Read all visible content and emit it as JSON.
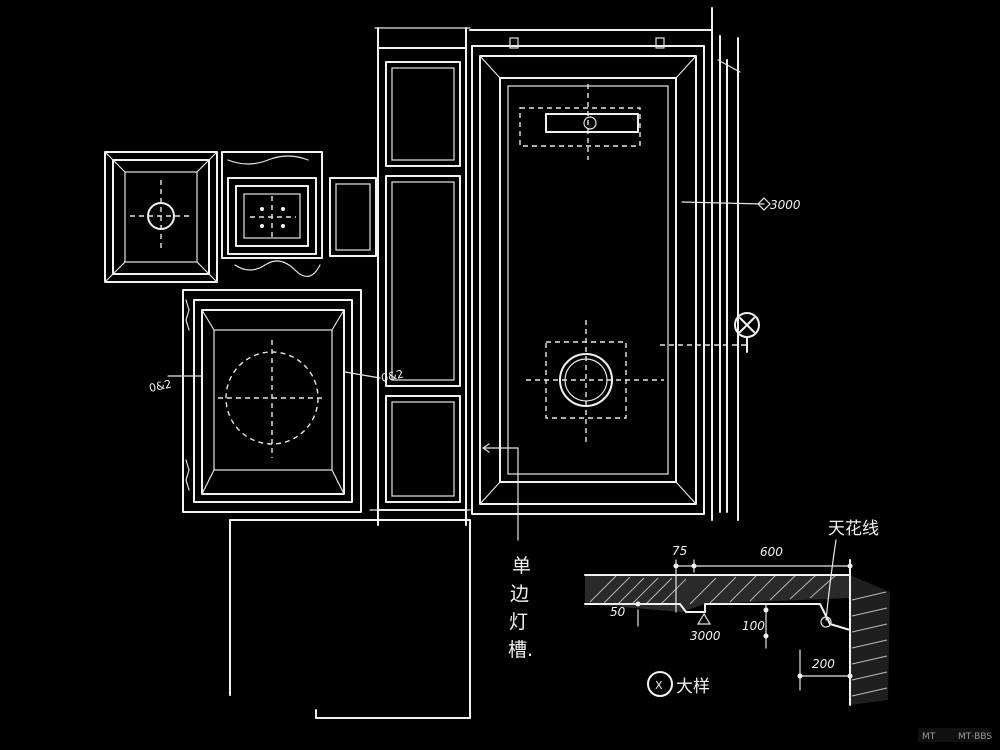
{
  "annotations": {
    "dim_3000_right": "3000",
    "dim_3000_bottom": "3000",
    "dim_75": "75",
    "dim_600": "600",
    "dim_50": "50",
    "dim_100": "100",
    "dim_200": "200",
    "label_left": "0&2",
    "label_mid": "0&2",
    "cornice_label": "天花线",
    "light_trough": [
      "单",
      "边",
      "灯",
      "槽."
    ],
    "section_mark": "X",
    "section_label": "大样",
    "detail_tag": "X"
  },
  "watermark": {
    "text": "MT·BBS"
  },
  "icons": [
    "section-symbol-icon",
    "detail-marker-icon",
    "ceiling-light-icon"
  ]
}
